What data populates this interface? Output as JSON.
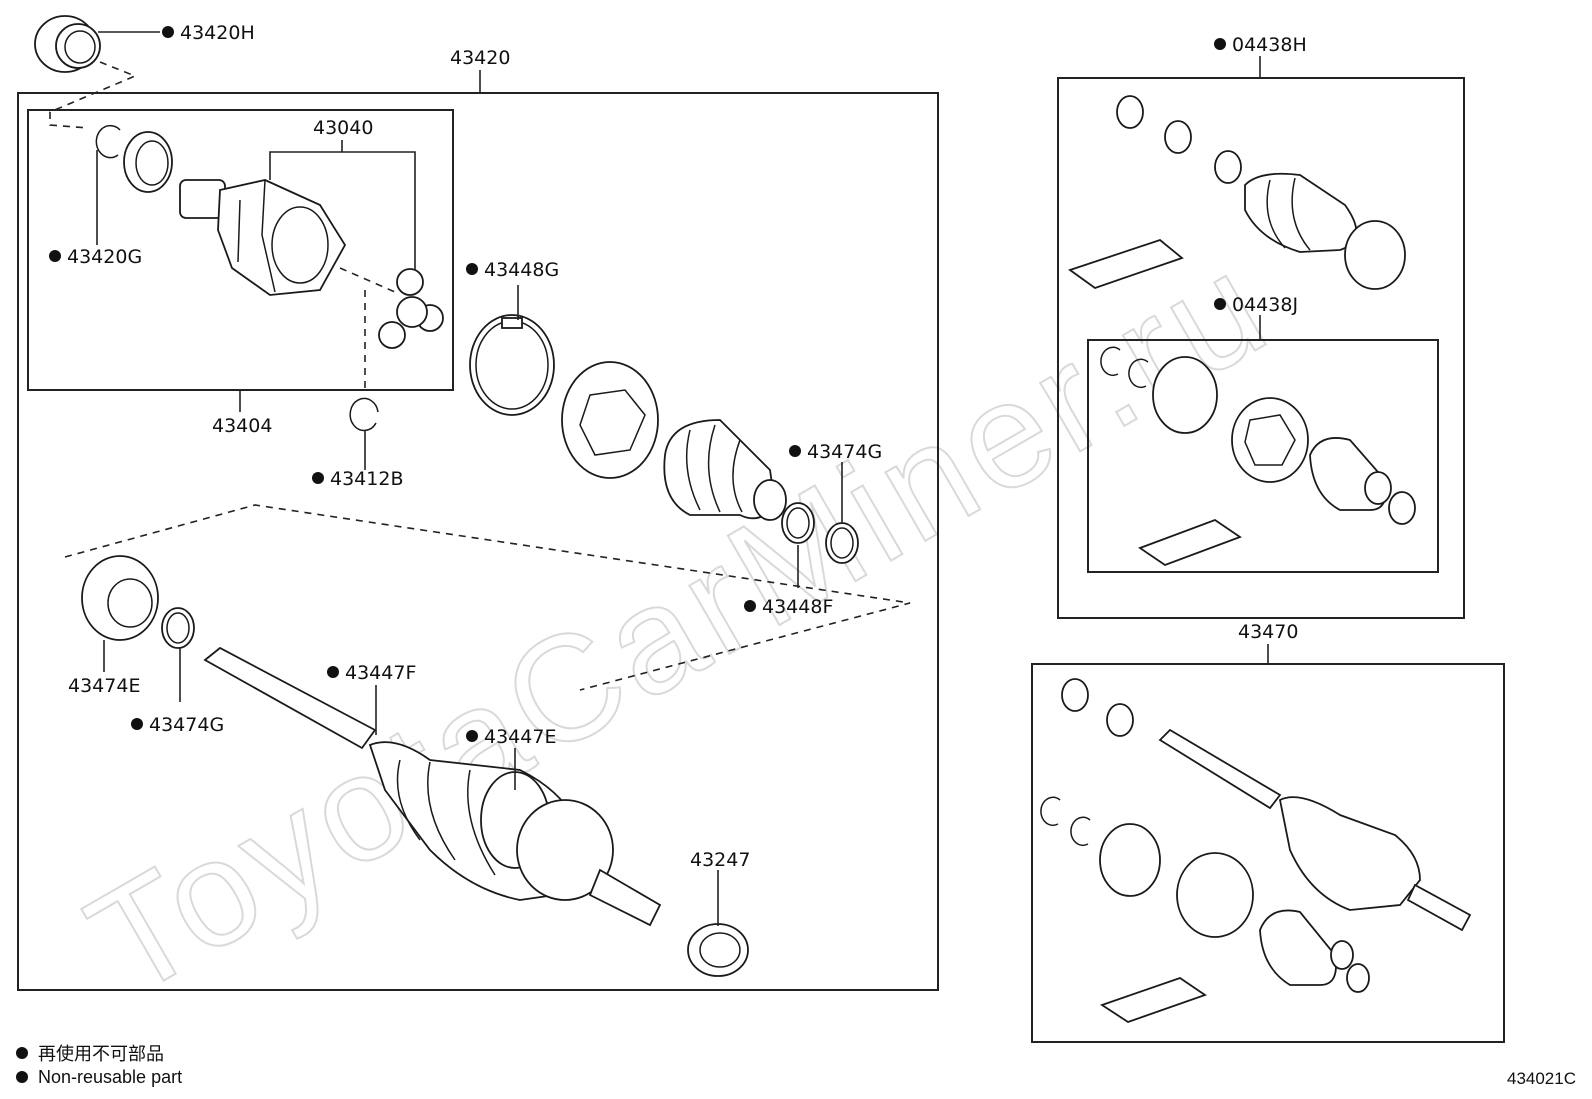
{
  "diagram": {
    "watermark": "ToyotaCarMiner.ru",
    "reference_code": "434021C",
    "legend": [
      {
        "symbol": "filled-circle",
        "text": "再使用不可部品"
      },
      {
        "symbol": "filled-circle",
        "text": "Non-reusable part"
      }
    ],
    "callouts": {
      "p43420H": "43420H",
      "p43420": "43420",
      "p43040": "43040",
      "p43420G": "43420G",
      "p43404": "43404",
      "p43412B": "43412B",
      "p43448G": "43448G",
      "p43474G_top": "43474G",
      "p43448F": "43448F",
      "p43474E": "43474E",
      "p43474G_left": "43474G",
      "p43447F": "43447F",
      "p43447E": "43447E",
      "p43247": "43247",
      "p04438H": "04438H",
      "p04438J": "04438J",
      "p43470": "43470"
    },
    "non_reusable_parts": [
      "43420H",
      "43420G",
      "43412B",
      "43448G",
      "43474G",
      "43448F",
      "43447F",
      "43447E",
      "04438H",
      "04438J"
    ]
  }
}
